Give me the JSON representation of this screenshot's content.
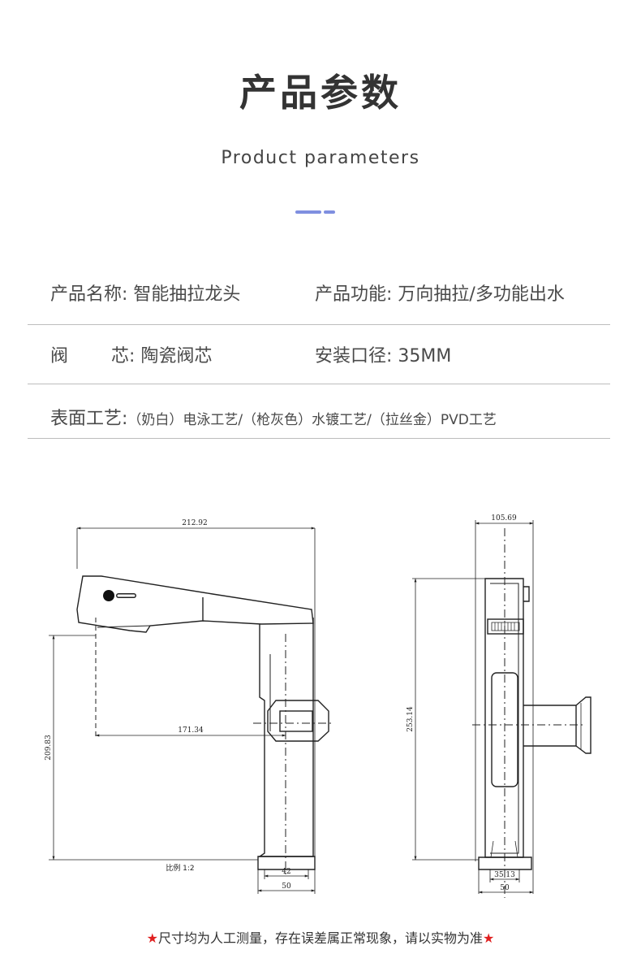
{
  "header": {
    "title": "产品参数",
    "subtitle": "Product parameters"
  },
  "params": {
    "name_label": "产品名称:",
    "name_value": "智能抽拉龙头",
    "function_label": "产品功能:",
    "function_value": "万向抽拉/多功能出水",
    "core_label_1": "阀",
    "core_label_2": "芯:",
    "core_value": "陶瓷阀芯",
    "diameter_label": "安装口径:",
    "diameter_value": "35MM",
    "surface_label": "表面工艺:",
    "surface_value": "（奶白）电泳工艺/（枪灰色）水镀工艺/（拉丝金）PVD工艺"
  },
  "drawing": {
    "side": {
      "overall_width": "212.92",
      "reach": "171.34",
      "spout_height": "209.83",
      "base_inner": "42",
      "base_outer": "50",
      "scale": "比例 1:2"
    },
    "front": {
      "depth": "105.69",
      "total_height": "253.14",
      "base_inner": "35.13",
      "base_outer": "50"
    }
  },
  "footer": {
    "star_left": "★",
    "note": "尺寸均为人工测量，存在误差属正常现象，请以实物为准",
    "star_right": "★"
  },
  "colors": {
    "accent": "#7f8fe0",
    "star": "#e02020"
  }
}
